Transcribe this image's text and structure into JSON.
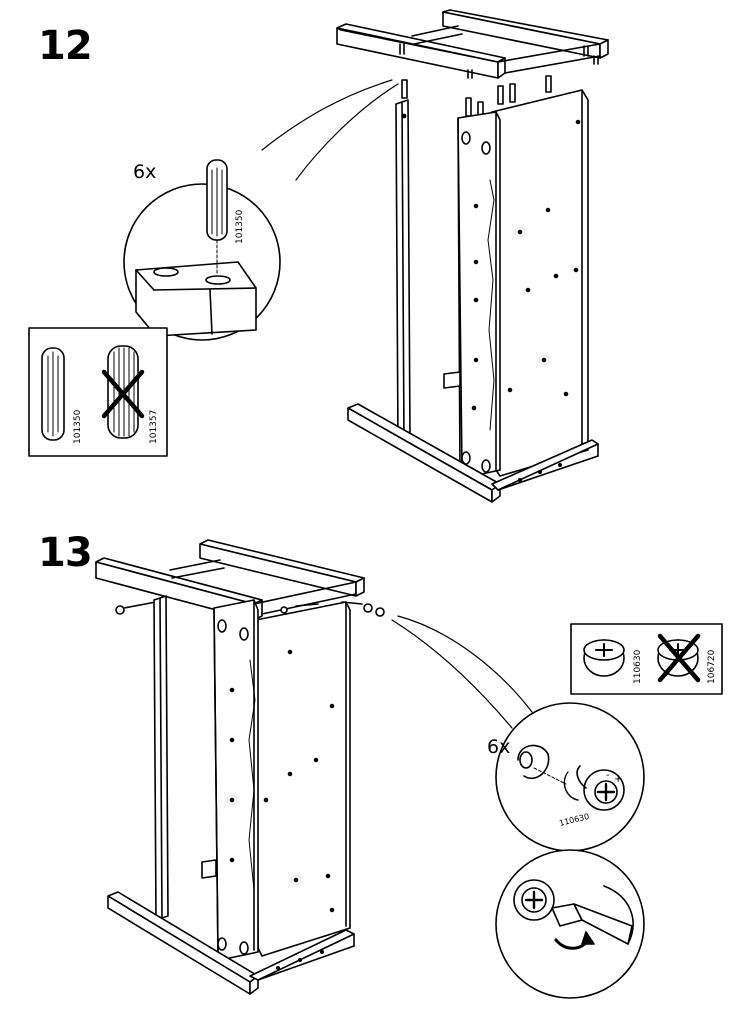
{
  "steps": [
    {
      "number": "12",
      "qty": "6x",
      "part_detail": "101350",
      "part_ok": "101350",
      "part_wrong": "101357"
    },
    {
      "number": "13",
      "qty": "6x",
      "part_detail": "110630",
      "part_ok": "110630",
      "part_wrong": "106720",
      "cam_marks": {
        "plus": "+",
        "minus": "-"
      }
    }
  ],
  "colors": {
    "ink": "#000000",
    "paper": "#ffffff"
  }
}
